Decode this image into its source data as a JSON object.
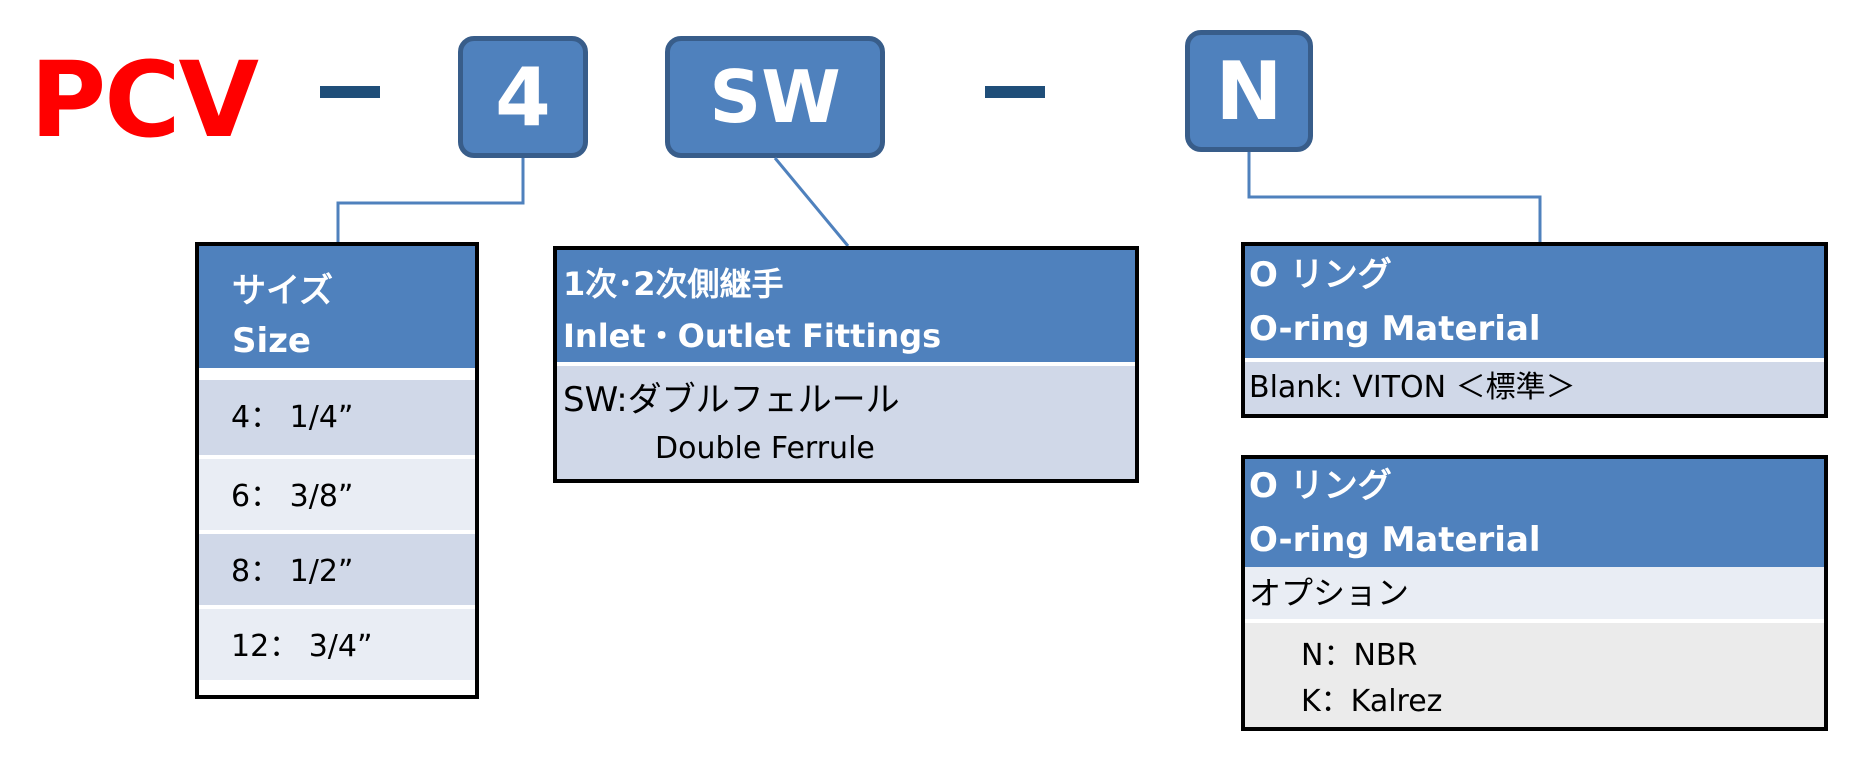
{
  "model_code": {
    "prefix": "PCV",
    "separator": "–",
    "size_code": "4",
    "fitting_code": "SW",
    "oring_code": "N"
  },
  "size_panel": {
    "title_jp": "サイズ",
    "title_en": "Size",
    "items": [
      {
        "label": "4：  1/4”"
      },
      {
        "label": "6：  3/8”"
      },
      {
        "label": "8：  1/2”"
      },
      {
        "label": "12：  3/4”"
      }
    ]
  },
  "fittings_panel": {
    "title_jp": "1次･2次側継手",
    "title_en": "Inlet・Outlet Fittings",
    "option_code": "SW:ダブルフェルール",
    "option_desc": "Double Ferrule"
  },
  "oring_standard_panel": {
    "title_jp": "O リング",
    "title_en": "O-ring Material",
    "value": "Blank: VITON ＜標準＞"
  },
  "oring_option_panel": {
    "title_jp": "O リング",
    "title_en": "O-ring Material",
    "subtitle": "オプション",
    "options": [
      {
        "label": "N：NBR"
      },
      {
        "label": "K：Kalrez"
      }
    ]
  },
  "colors": {
    "prefix": "#ff0000",
    "box_fill": "#4f81bd",
    "box_border": "#385d8a",
    "connector": "#4f81bd",
    "row_dark": "#d0d8e8",
    "row_light": "#e9edf4"
  }
}
